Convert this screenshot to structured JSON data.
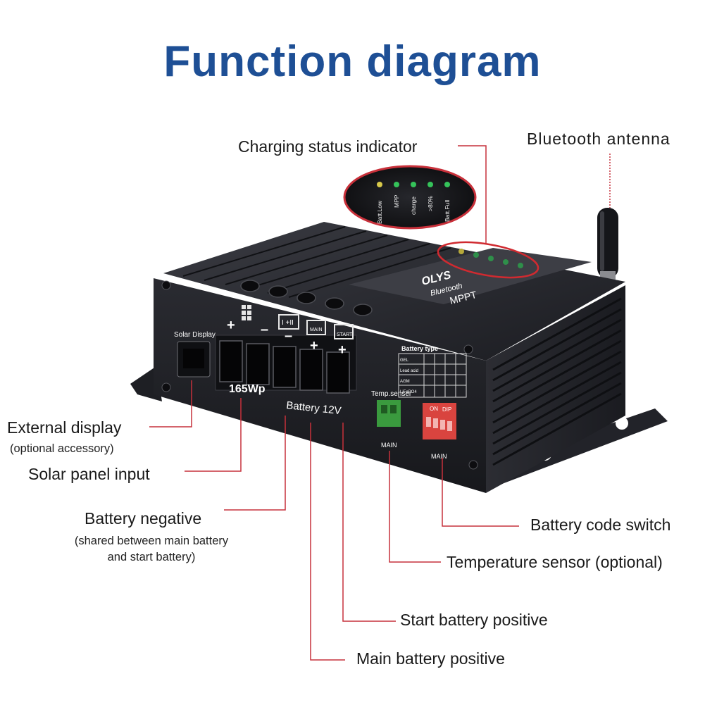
{
  "title": "Function diagram",
  "colors": {
    "title": "#1e4f95",
    "leader": "#c6313b",
    "body": "#1c1d22"
  },
  "callouts": {
    "charging_status": "Charging status indicator",
    "bluetooth_antenna": "Bluetooth antenna",
    "external_display": "External display",
    "external_display_note": "(optional accessory)",
    "solar_input": "Solar panel input",
    "battery_negative": "Battery negative",
    "battery_negative_note_1": "(shared between main battery",
    "battery_negative_note_2": "and start battery)",
    "battery_code_switch": "Battery code switch",
    "temperature_sensor": "Temperature sensor (optional)",
    "start_battery_positive": "Start battery positive",
    "main_battery_positive": "Main battery positive"
  },
  "zoom_leds": [
    "Batt.Low",
    "MPP",
    "charge",
    ">80%",
    "Batt.Full"
  ],
  "device": {
    "brand": "OLYS",
    "bluetooth": "Bluetooth",
    "model": "MPPT",
    "solar_display": "Solar Display",
    "solar_rating": "165Wp",
    "battery_rating": "Battery 12V",
    "port_i_ii": "I +II",
    "port_main": "MAIN",
    "port_start": "START",
    "temp_sensor": "Temp.senser",
    "main_1": "MAIN",
    "main_2": "MAIN",
    "battery_type_header": "Battery type",
    "battery_types": [
      "GEL",
      "Lead acid",
      "AGM",
      "LiFePO4"
    ],
    "dip_on": "ON",
    "dip_label": "DIP"
  }
}
